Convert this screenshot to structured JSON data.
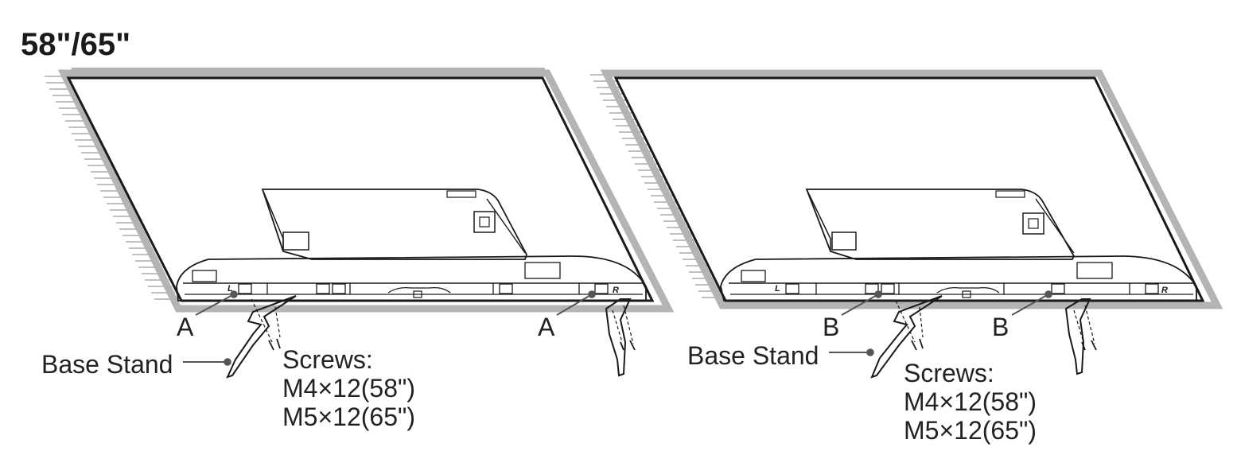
{
  "title": "58\"/65\"",
  "left_panel": {
    "callouts": [
      "A",
      "A"
    ],
    "base_stand_label": "Base Stand",
    "screws": {
      "heading": "Screws:",
      "lines": [
        "M4×12(58\")",
        "M5×12(65\")"
      ]
    },
    "mount_marks": [
      "L",
      "R"
    ]
  },
  "right_panel": {
    "callouts": [
      "B",
      "B"
    ],
    "base_stand_label": "Base Stand",
    "screws": {
      "heading": "Screws:",
      "lines": [
        "M4×12(58\")",
        "M5×12(65\")"
      ]
    },
    "mount_marks": [
      "L",
      "R"
    ]
  },
  "colors": {
    "line": "#1a1a1a",
    "shadow": "#b4b4b4",
    "hatch": "#9a9a9a"
  }
}
